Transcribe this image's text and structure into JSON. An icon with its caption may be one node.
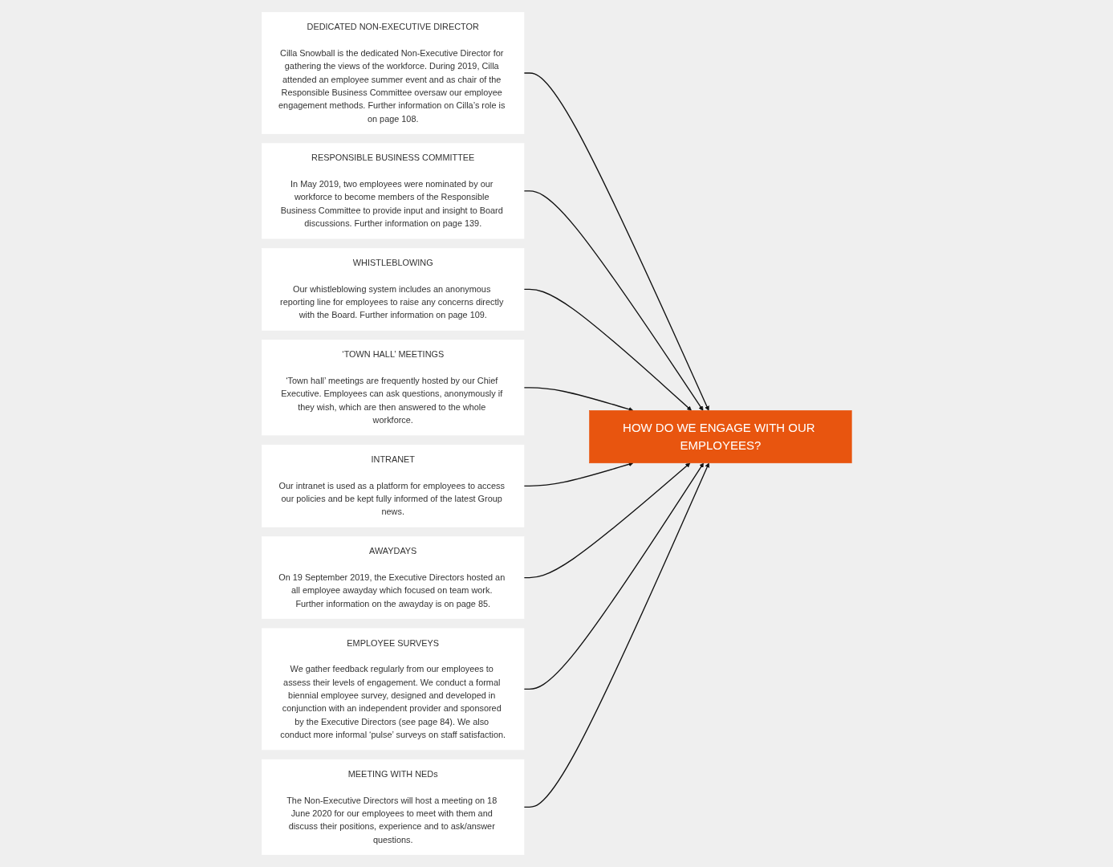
{
  "diagram": {
    "nodes": [
      {
        "text": [
          "DEDICATED NON-EXECUTIVE DIRECTOR",
          "Cilla Snowball is the dedicated Non-Executive Director for gathering the views of the workforce. During 2019, Cilla attended an employee summer event and as chair of the Responsible Business Committee oversaw our employee engagement methods. Further information on Cilla’s role is on page 108."
        ]
      },
      {
        "text": [
          "RESPONSIBLE BUSINESS COMMITTEE",
          "In May 2019, two employees were nominated by our workforce to become members of the Responsible Business Committee to provide input and insight to Board discussions. Further information on page 139."
        ]
      },
      {
        "text": [
          "WHISTLEBLOWING",
          "Our whistleblowing system includes an anonymous reporting line for employees to raise any concerns directly with the Board. Further information on page 109."
        ]
      },
      {
        "text": [
          "‘TOWN HALL’ MEETINGS",
          "‘Town hall’ meetings are frequently hosted by our Chief Executive. Employees can ask questions, anonymously if they wish, which are then answered to the whole workforce."
        ]
      },
      {
        "text": [
          "HOW DO WE ENGAGE WITH OUR EMPLOYEES?"
        ]
      },
      {
        "text": [
          "INTRANET",
          "Our intranet is used as a platform for employees to access our policies and be kept fully informed of the latest Group news."
        ]
      },
      {
        "text": [
          "AWAYDAYS",
          "On 19 September 2019, the Executive Directors hosted an all employee awayday which focused on team work. Further information on the awayday is on page 85."
        ]
      },
      {
        "text": [
          "EMPLOYEE SURVEYS",
          "We gather feedback regularly from our employees to assess their levels of engagement. We conduct a formal biennial employee survey, designed and developed in conjunction with an independent provider and sponsored by the Executive Directors (see page 84). We also conduct more informal ‘pulse’ surveys on staff satisfaction."
        ]
      },
      {
        "text": [
          "MEETING WITH NEDs",
          "The Non-Executive Directors will host a meeting on 18 June 2020 for our employees to meet with them and discuss their positions, experience and to ask/answer questions."
        ]
      }
    ],
    "edges": [
      {
        "from": 0,
        "to": 4,
        "arrow": "to"
      },
      {
        "from": 1,
        "to": 4,
        "arrow": "to"
      },
      {
        "from": 2,
        "to": 4,
        "arrow": "to"
      },
      {
        "from": 3,
        "to": 4,
        "arrow": "to"
      },
      {
        "from": 5,
        "to": 4,
        "arrow": "to"
      },
      {
        "from": 6,
        "to": 4,
        "arrow": "to"
      },
      {
        "from": 7,
        "to": 4,
        "arrow": "to"
      },
      {
        "from": 8,
        "to": 4,
        "arrow": "to"
      }
    ]
  }
}
